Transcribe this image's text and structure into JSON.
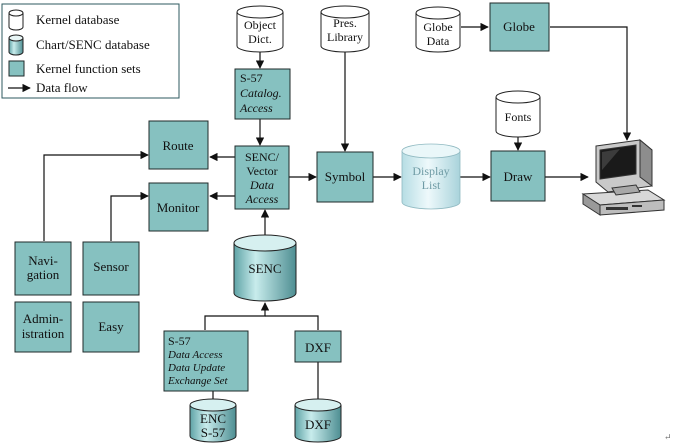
{
  "legend": {
    "kernel_database": "Kernel database",
    "chart_senc_database": "Chart/SENC database",
    "kernel_function_sets": "Kernel function sets",
    "data_flow": "Data flow"
  },
  "nodes": {
    "object_dict": [
      "Object",
      "Dict."
    ],
    "pres_library": [
      "Pres.",
      "Library"
    ],
    "globe_data": [
      "Globe",
      "Data"
    ],
    "globe": "Globe",
    "s57_catalog": [
      "S-57",
      "Catalog.",
      "Access"
    ],
    "route": "Route",
    "monitor": "Monitor",
    "senc_vector": [
      "SENC/",
      "Vector",
      "Data",
      "Access"
    ],
    "symbol": "Symbol",
    "display_list": [
      "Display",
      "List"
    ],
    "fonts": "Fonts",
    "draw": "Draw",
    "navigation": [
      "Navi-",
      "gation"
    ],
    "sensor": "Sensor",
    "administration": [
      "Admin-",
      "istration"
    ],
    "easy": "Easy",
    "senc_db": "SENC",
    "s57_update": [
      "S-57",
      "Data Access",
      "Data Update",
      "Exchange Set"
    ],
    "dxf": "DXF",
    "enc_s57": [
      "ENC",
      "S-57"
    ],
    "dxf_db": "DXF"
  },
  "colors": {
    "box_fill": "#86c1c0",
    "db_fill": "#86c1c0",
    "display_list_fill": "#c9e9ee",
    "stroke": "#1f2a2a"
  },
  "icons": {
    "computer": "computer-workstation-icon"
  }
}
